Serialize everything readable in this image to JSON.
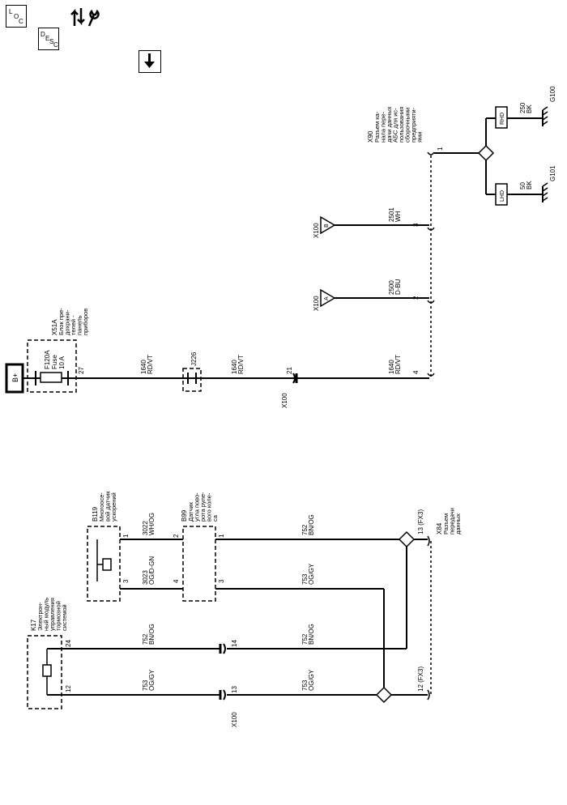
{
  "toolbar": {
    "loc": {
      "a": "L",
      "b": "O",
      "c": "C"
    },
    "desc": {
      "a": "D",
      "b": "E",
      "c": "S",
      "d": "C"
    },
    "tools_icon": "tools-arrows-icon",
    "download_icon": "down-arrow-icon"
  },
  "power": {
    "bplus": "B+",
    "fusebox_id": "X51A",
    "fusebox_desc": [
      "Блок пре-",
      "дохрани-",
      "телей -",
      "панель",
      "приборов"
    ],
    "fuse_name": "F120A",
    "fuse_word": "Fuse",
    "fuse_rating": "10 A",
    "pin_out": "27",
    "wire": "1640",
    "wire_color": "RD/VT",
    "splice": "J226",
    "x100_pin": "21",
    "x100": "X100"
  },
  "dlc": {
    "id": "X90",
    "desc": [
      "Разъем ка-",
      "нала пере-",
      "дачи данных",
      "АБС для ис-",
      "пользования",
      "сборочными",
      "предприяти-",
      "ями"
    ],
    "pin1": "1",
    "pin2": "2",
    "pin3": "3",
    "pin4": "4",
    "wire_a": "2500",
    "color_a": "D-BU",
    "wire_b": "2501",
    "color_b": "WH",
    "x100": "X100",
    "conn_a": "A",
    "conn_b": "B",
    "rhd": "RHD",
    "lhd": "LHD",
    "g100_wire": "250",
    "g100_color": "BK",
    "g100": "G100",
    "g101_wire": "50",
    "g101_color": "BK",
    "g101": "G101"
  },
  "sensors": {
    "b119_id": "B119",
    "b119_desc": [
      "Многоосе-",
      "вой датчик",
      "ускорений"
    ],
    "b99_id": "B99",
    "b99_desc": [
      "Датчик",
      "угла пово-",
      "рота руле-",
      "вого коле-",
      "са"
    ],
    "w3022": "3022",
    "c3022": "WH/OG",
    "w3023": "3023",
    "c3023": "OG/D-GN",
    "b119_pin1": "1",
    "b119_pin3": "3",
    "b99_pin2": "2",
    "b99_pin4": "4",
    "b99_pin1": "1",
    "b99_pin3": "3",
    "w752": "752",
    "c752": "BN/OG",
    "w753": "753",
    "c753": "OG/GY",
    "x84_id": "X84",
    "x84_desc": [
      "Разъем",
      "передачи",
      "данных"
    ],
    "fx13": "13 (FX3)",
    "fx12": "12 (FX3)",
    "k17_id": "K17",
    "k17_desc": [
      "Электрон-",
      "ный модуль",
      "управления",
      "тормозной",
      "системой"
    ],
    "k17_pin24": "24",
    "k17_pin12": "12",
    "x100_pin14": "14",
    "x100_pin13": "13",
    "x100": "X100"
  }
}
